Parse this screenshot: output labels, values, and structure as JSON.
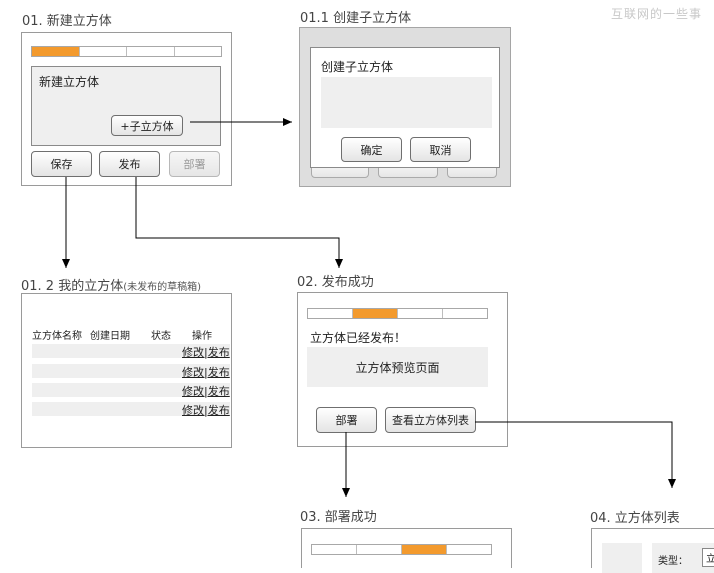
{
  "watermark": "互联网的一些事",
  "frame_new_cube": {
    "title": "01. 新建立方体",
    "progress_steps": [
      true,
      false,
      false,
      false
    ],
    "panel_label": "新建立方体",
    "add_child_button": "+子立方体",
    "save_button": "保存",
    "publish_button": "发布",
    "deploy_button": "部署"
  },
  "frame_create_child": {
    "title": "01.1 创建子立方体",
    "dialog_title": "创建子立方体",
    "confirm_button": "确定",
    "cancel_button": "取消"
  },
  "frame_my_cubes": {
    "title": "01. 2  我的立方体",
    "title_note": "(未发布的草稿箱)",
    "columns": [
      "立方体名称",
      "创建日期",
      "状态",
      "操作"
    ],
    "row_action": "修改|发布",
    "rows": 4
  },
  "frame_publish_success": {
    "title": "02. 发布成功",
    "progress_steps": [
      false,
      true,
      false,
      false
    ],
    "message": "立方体已经发布！",
    "preview_label": "立方体预览页面",
    "deploy_button": "部署",
    "view_list_button": "查看立方体列表"
  },
  "frame_deploy_success": {
    "title": "03. 部署成功",
    "progress_steps": [
      false,
      false,
      true,
      false
    ]
  },
  "frame_cube_list": {
    "title": "04. 立方体列表",
    "type_label": "类型：",
    "type_value": "立"
  },
  "colors": {
    "accent": "#f39a2d",
    "frame_border": "#9a9a9a",
    "panel_gray": "#efefef"
  }
}
